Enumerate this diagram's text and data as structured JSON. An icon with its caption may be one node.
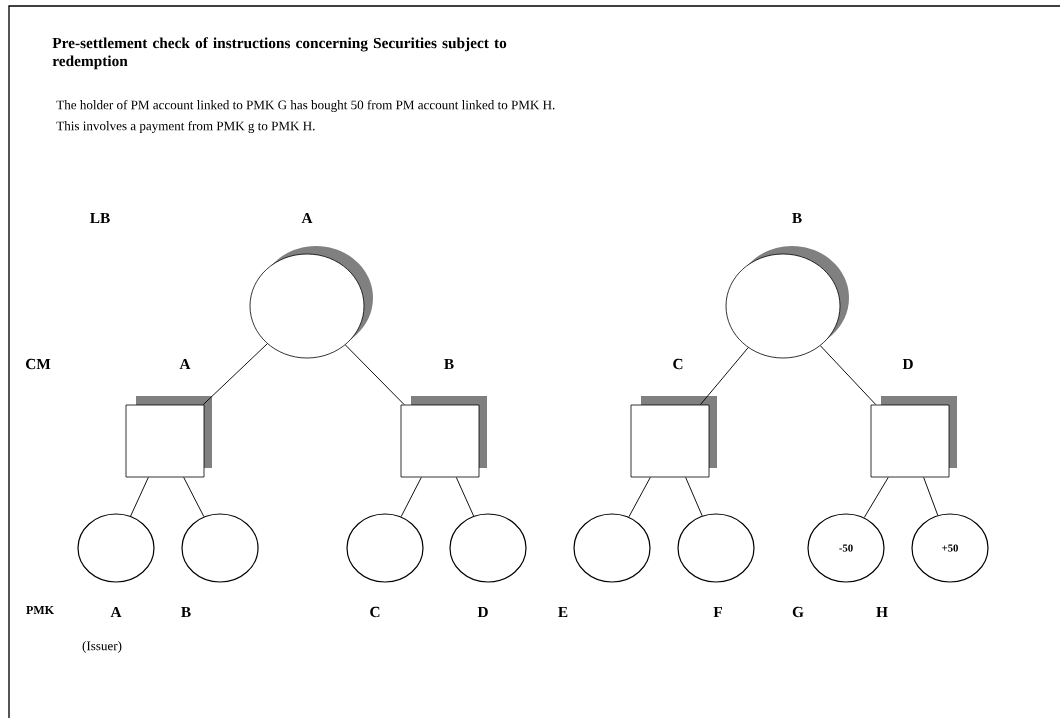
{
  "diagram": {
    "title": "Pre-settlement check of instructions concerning Securities subject to redemption",
    "nodes": [
      {
        "text": [],
        "shape": "circle"
      },
      {
        "text": [],
        "shape": "circle"
      },
      {
        "text": [],
        "shape": "box"
      },
      {
        "text": [],
        "shape": "box"
      },
      {
        "text": [],
        "shape": "box"
      },
      {
        "text": [],
        "shape": "box"
      },
      {
        "text": [],
        "shape": "ellipse"
      },
      {
        "text": [],
        "shape": "ellipse"
      },
      {
        "text": [],
        "shape": "ellipse"
      },
      {
        "text": [],
        "shape": "ellipse"
      },
      {
        "text": [],
        "shape": "ellipse"
      },
      {
        "text": [],
        "shape": "ellipse"
      },
      {
        "text": [
          "-50"
        ]
      },
      {
        "text": [
          "+50"
        ]
      }
    ],
    "edges": [
      {
        "from": 0,
        "to": 2,
        "arrow": "none"
      },
      {
        "from": 0,
        "to": 3,
        "arrow": "none"
      },
      {
        "from": 1,
        "to": 4,
        "arrow": "none"
      },
      {
        "from": 1,
        "to": 5,
        "arrow": "none"
      },
      {
        "from": 2,
        "to": 6,
        "arrow": "none"
      },
      {
        "from": 2,
        "to": 7,
        "arrow": "none"
      },
      {
        "from": 3,
        "to": 8,
        "arrow": "none"
      },
      {
        "from": 3,
        "to": 9,
        "arrow": "none"
      },
      {
        "from": 4,
        "to": 10,
        "arrow": "none"
      },
      {
        "from": 4,
        "to": 11,
        "arrow": "none"
      },
      {
        "from": 5,
        "to": 12,
        "arrow": "none"
      },
      {
        "from": 5,
        "to": 13,
        "arrow": "none"
      }
    ],
    "labels": [
      "The holder of PM account linked to PMK G has bought 50 from PM account linked to PMK H.",
      "This involves a payment from PMK g to PMK H.",
      "LB",
      "A",
      "B",
      "CM",
      "A",
      "B",
      "C",
      "D",
      "PMK",
      "A",
      "B",
      "C",
      "D",
      "E",
      "F",
      "G",
      "H",
      "(Issuer)"
    ]
  }
}
